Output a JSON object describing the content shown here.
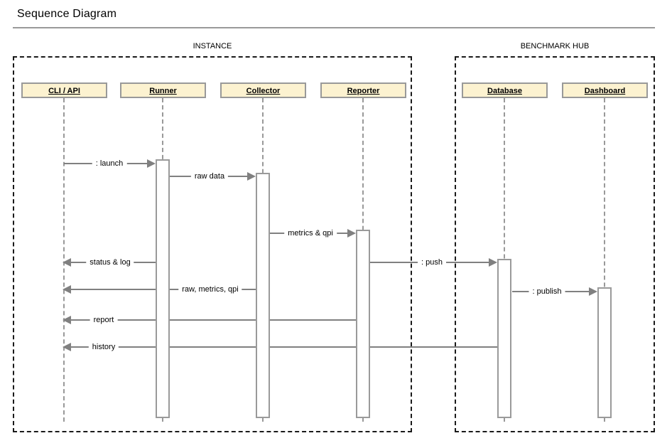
{
  "title": "Sequence Diagram",
  "frames": [
    {
      "label": "INSTANCE"
    },
    {
      "label": "BENCHMARK HUB"
    }
  ],
  "lifelines": [
    {
      "label": "CLI / API"
    },
    {
      "label": "Runner"
    },
    {
      "label": "Collector"
    },
    {
      "label": "Reporter"
    },
    {
      "label": "Database"
    },
    {
      "label": "Dashboard"
    }
  ],
  "messages": [
    {
      "label": ": launch",
      "from": "CLI / API",
      "to": "Runner",
      "direction": "right"
    },
    {
      "label": "raw data",
      "from": "Runner",
      "to": "Collector",
      "direction": "right"
    },
    {
      "label": "metrics & qpi",
      "from": "Collector",
      "to": "Reporter",
      "direction": "right"
    },
    {
      "label": "status & log",
      "from": "Runner",
      "to": "CLI / API",
      "direction": "left"
    },
    {
      "label": ": push",
      "from": "Reporter",
      "to": "Database",
      "direction": "right"
    },
    {
      "label": "raw, metrics, qpi",
      "from": "Collector",
      "to": "CLI / API",
      "direction": "left"
    },
    {
      "label": ": publish",
      "from": "Database",
      "to": "Dashboard",
      "direction": "right"
    },
    {
      "label": "report",
      "from": "Reporter",
      "to": "CLI / API",
      "direction": "left"
    },
    {
      "label": "history",
      "from": "Database",
      "to": "CLI / API",
      "direction": "left"
    }
  ],
  "colors": {
    "header_fill": "#fcf2d0",
    "header_border": "#999999",
    "lifeline": "#999999",
    "arrow": "#808080",
    "frame_border": "#1a1a1a",
    "text": "#000000"
  }
}
